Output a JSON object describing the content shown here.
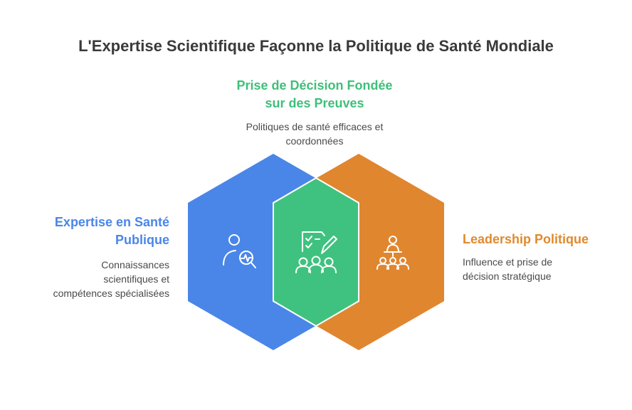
{
  "title": "L'Expertise Scientifique Façonne la Politique de Santé Mondiale",
  "sections": {
    "top": {
      "heading_line1": "Prise de Décision Fondée",
      "heading_line2": "sur des Preuves",
      "desc_line1": "Politiques de santé efficaces et",
      "desc_line2": "coordonnées",
      "color": "#3fc27f",
      "icon": "checklist-people-icon"
    },
    "left": {
      "heading_line1": "Expertise en Santé",
      "heading_line2": "Publique",
      "desc_line1": "Connaissances",
      "desc_line2": "scientifiques et",
      "desc_line3": "compétences spécialisées",
      "color": "#4a86e8",
      "icon": "person-analysis-icon"
    },
    "right": {
      "heading": "Leadership Politique",
      "desc_line1": "Influence et prise de",
      "desc_line2": "décision stratégique",
      "color": "#e0862f",
      "icon": "speaker-audience-icon"
    }
  }
}
